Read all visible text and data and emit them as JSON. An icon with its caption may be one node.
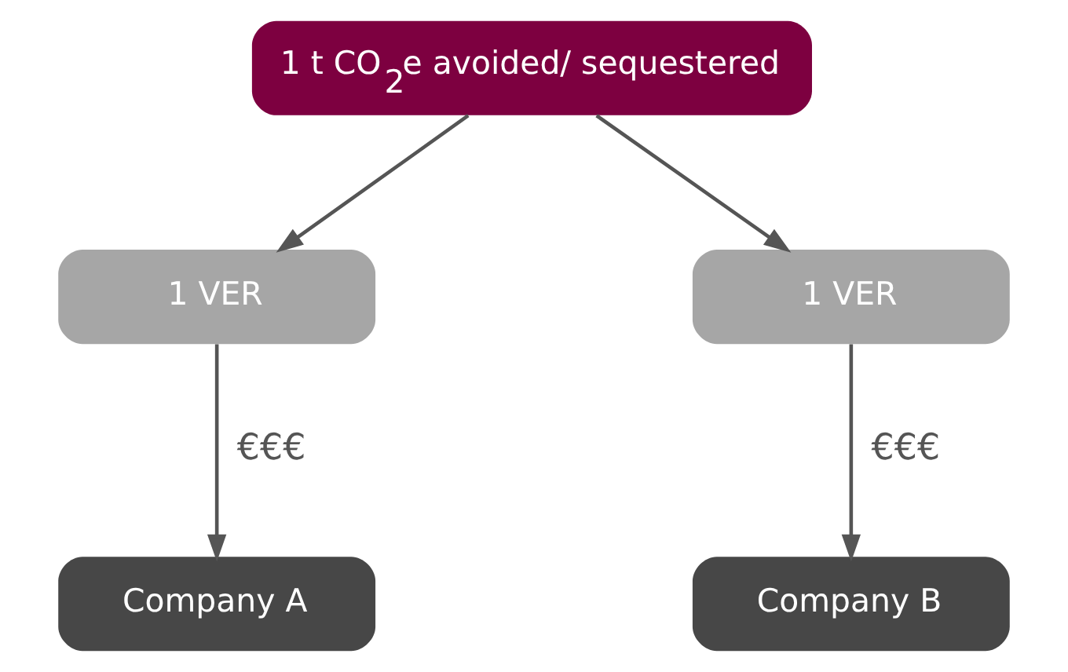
{
  "diagram": {
    "nodes": [
      {
        "text": [
          "1 t CO$_{2}$e avoided/ sequestered"
        ]
      },
      {
        "text": [
          "1 VER"
        ]
      },
      {
        "text": [
          "1 VER"
        ]
      },
      {
        "text": [
          "Company A"
        ]
      },
      {
        "text": [
          "Company B"
        ]
      }
    ],
    "edges": [
      {
        "from": 0,
        "to": 1,
        "arrow": "to"
      },
      {
        "from": 0,
        "to": 2,
        "arrow": "to"
      },
      {
        "from": 1,
        "to": 3,
        "arrow": "to",
        "label": "€€€"
      },
      {
        "from": 2,
        "to": 4,
        "arrow": "to",
        "label": "€€€"
      }
    ]
  }
}
